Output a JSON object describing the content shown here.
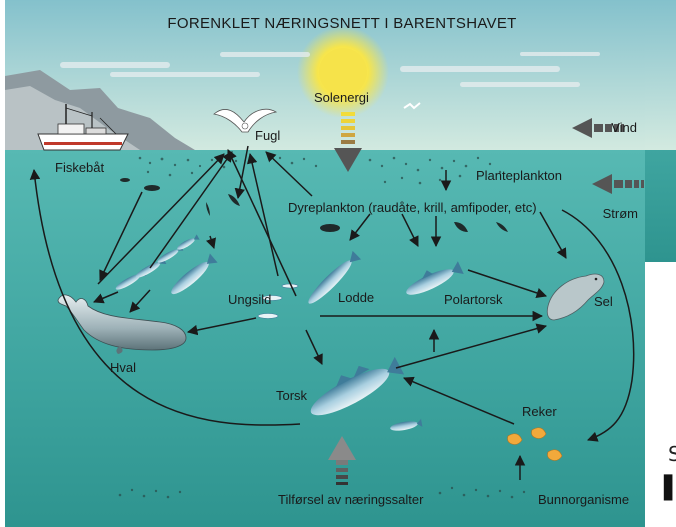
{
  "title": "FORENKLET NÆRINGSNETT I BARENTSHAVET",
  "labels": {
    "solenergi": "Solenergi",
    "fugl": "Fugl",
    "vind": "Vind",
    "fiskebat": "Fiskebåt",
    "planteplankton": "Planteplankton",
    "strom": "Strøm",
    "dyreplankton": "Dyreplankton  (raudåte, krill, amfipoder, etc)",
    "ungsild": "Ungsild",
    "lodde": "Lodde",
    "polartorsk": "Polartorsk",
    "sel": "Sel",
    "hval": "Hval",
    "torsk": "Torsk",
    "reker": "Reker",
    "tilforsel": "Tilførsel av næringssalter",
    "bunnorganisme": "Bunnorganisme"
  },
  "cropped_edge_text": {
    "s_char": "S",
    "bar_char": "▌"
  },
  "colors": {
    "sky_top": "#8ec6cf",
    "sky_bottom": "#cfe8df",
    "sea_top": "#55b6b0",
    "sea_bottom": "#2f9590",
    "sun": "#f7e54a",
    "arrow": "#1a1a1a",
    "fish": "#6e9fb8"
  }
}
